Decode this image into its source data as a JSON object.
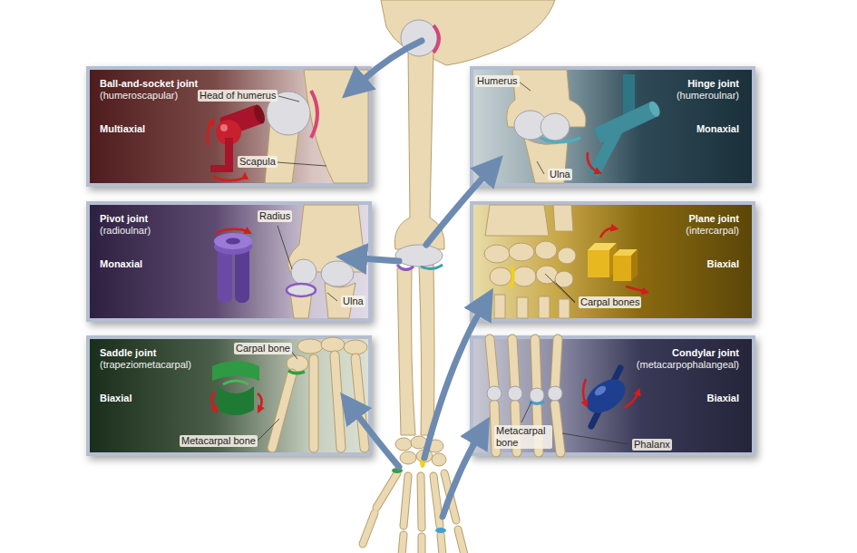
{
  "diagram": {
    "nodes": [
      {
        "text": [
          "Ball-and-socket joint",
          "(humeroscapular)",
          "Multiaxial"
        ]
      },
      {
        "text": [
          "Hinge joint",
          "(humeroulnar)",
          "Monaxial"
        ]
      },
      {
        "text": [
          "Pivot joint",
          "(radioulnar)",
          "Monaxial"
        ]
      },
      {
        "text": [
          "Plane joint",
          "(intercarpal)",
          "Biaxial"
        ]
      },
      {
        "text": [
          "Saddle joint",
          "(trapeziometacarpal)",
          "Biaxial"
        ]
      },
      {
        "text": [
          "Condylar joint",
          "(metacarpophalangeal)",
          "Biaxial"
        ]
      }
    ],
    "labels": [
      "Head of humerus",
      "Scapula",
      "Humerus",
      "Ulna",
      "Radius",
      "Ulna",
      "Carpal bones",
      "Carpal bone",
      "Metacarpal bone",
      "Metacarpal bone",
      "Phalanx"
    ]
  }
}
